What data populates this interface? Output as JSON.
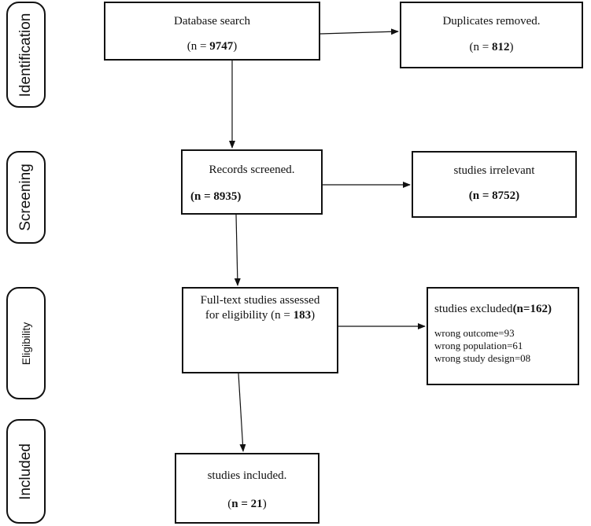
{
  "stages": {
    "identification": "Identification",
    "screening": "Screening",
    "eligibility": "Eligibility",
    "included": "Included"
  },
  "boxes": {
    "database_search": {
      "title": "Database search",
      "count_prefix": "(n = ",
      "count": "9747",
      "count_suffix": ")"
    },
    "duplicates_removed": {
      "title": "Duplicates removed.",
      "count_prefix": "(n = ",
      "count": "812",
      "count_suffix": ")"
    },
    "records_screened": {
      "title": "Records screened.",
      "count_text": "(n = 8935)"
    },
    "studies_irrelevant": {
      "title": "studies irrelevant",
      "count_text": "(n = 8752)"
    },
    "full_text": {
      "line1": "Full-text studies assessed",
      "line2_prefix": "for eligibility (n = ",
      "count": "183",
      "line2_suffix": ")"
    },
    "studies_excluded": {
      "title": "studies excluded",
      "count_text": "(n=162)",
      "reasons": [
        "wrong outcome=93",
        "wrong population=61",
        "wrong study design=08"
      ]
    },
    "studies_included": {
      "title": "studies included.",
      "count_prefix": "(",
      "count": "n = 21",
      "count_suffix": ")"
    }
  }
}
